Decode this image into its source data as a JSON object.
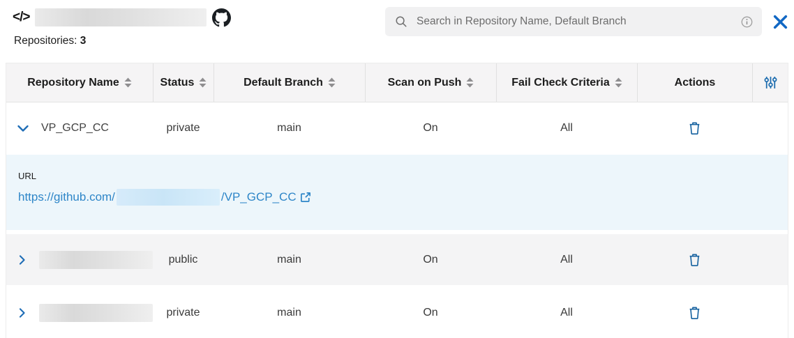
{
  "header": {
    "app_icon_glyph": "</>",
    "repositories_label": "Repositories:",
    "repositories_count": "3",
    "search_placeholder": "Search in Repository Name, Default Branch"
  },
  "table": {
    "columns": [
      {
        "label": "Repository Name",
        "sortable": true
      },
      {
        "label": "Status",
        "sortable": true
      },
      {
        "label": "Default Branch",
        "sortable": true
      },
      {
        "label": "Scan on Push",
        "sortable": true
      },
      {
        "label": "Fail Check Criteria",
        "sortable": true
      },
      {
        "label": "Actions",
        "sortable": false
      }
    ],
    "rows": [
      {
        "repository_name": "VP_GCP_CC",
        "name_redacted": false,
        "status": "private",
        "default_branch": "main",
        "scan_on_push": "On",
        "fail_check_criteria": "All",
        "expanded": true
      },
      {
        "repository_name": "",
        "name_redacted": true,
        "status": "public",
        "default_branch": "main",
        "scan_on_push": "On",
        "fail_check_criteria": "All",
        "expanded": false
      },
      {
        "repository_name": "",
        "name_redacted": true,
        "status": "private",
        "default_branch": "main",
        "scan_on_push": "On",
        "fail_check_criteria": "All",
        "expanded": false
      }
    ],
    "expanded_detail": {
      "url_label": "URL",
      "url_prefix": "https://github.com/",
      "url_suffix": "/VP_GCP_CC",
      "url_middle_redacted": true
    }
  },
  "icons": {
    "sort": "sort-up-down-arrows",
    "filter": "column-settings-sliders",
    "delete": "trash-can",
    "external": "open-in-new-tab"
  },
  "colors": {
    "accent_blue": "#1e6db6",
    "link_blue": "#2e86c8",
    "header_bg": "#f5f4f5",
    "row_alt_bg": "#f4f4f5",
    "detail_panel_bg": "#edf6fb",
    "search_bg": "#f1f1f2"
  }
}
